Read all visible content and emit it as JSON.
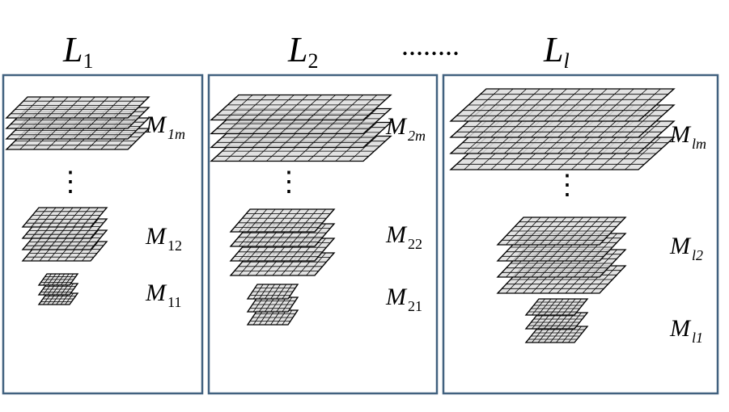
{
  "levels": [
    {
      "title_main": "L",
      "title_sub": "1",
      "ellipsis": "⋮",
      "groups": [
        {
          "label_main": "M",
          "label_sub": "1m"
        },
        {
          "label_main": "M",
          "label_sub": "12"
        },
        {
          "label_main": "M",
          "label_sub": "11"
        }
      ]
    },
    {
      "title_main": "L",
      "title_sub": "2",
      "ellipsis": "⋮",
      "groups": [
        {
          "label_main": "M",
          "label_sub": "2m"
        },
        {
          "label_main": "M",
          "label_sub": "22"
        },
        {
          "label_main": "M",
          "label_sub": "21"
        }
      ]
    },
    {
      "title_main": "L",
      "title_sub": "l",
      "ellipsis": "⋮",
      "groups": [
        {
          "label_main": "M",
          "label_sub": "lm"
        },
        {
          "label_main": "M",
          "label_sub": "l2"
        },
        {
          "label_main": "M",
          "label_sub": "l1"
        }
      ]
    }
  ],
  "between_ellipsis": "........",
  "colors": {
    "panel_border": "#41617f",
    "plane_fill": "#dcdcdc",
    "grid_line": "#000000"
  }
}
